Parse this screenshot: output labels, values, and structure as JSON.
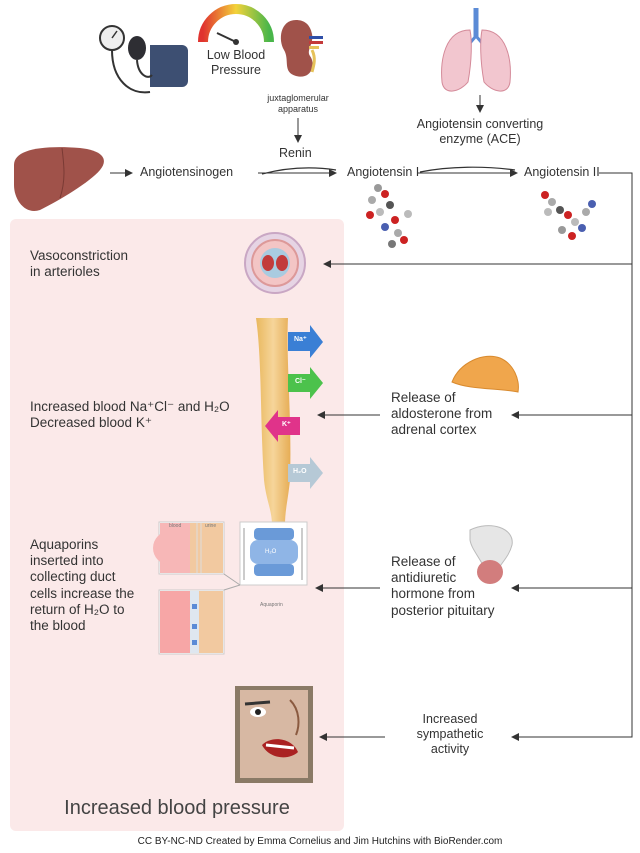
{
  "top": {
    "low_bp": [
      "Low Blood",
      "Pressure"
    ],
    "jga": [
      "juxtaglomerular",
      "apparatus"
    ],
    "renin": "Renin",
    "ace": [
      "Angiotensin converting",
      "enzyme (ACE)"
    ],
    "angiotensinogen": "Angiotensinogen",
    "angiotensin1": "Angiotensin I",
    "angiotensin2": "Angiotensin II"
  },
  "effects": {
    "vasoconstriction": [
      "Vasoconstriction",
      "in arterioles"
    ],
    "electrolytes": [
      "Increased blood Na⁺Cl⁻ and H₂O",
      "Decreased blood K⁺"
    ],
    "aquaporins": [
      "Aquaporins",
      "inserted into",
      "collecting duct",
      "cells increase the",
      "return of H₂O to",
      "the blood"
    ]
  },
  "causes": {
    "aldosterone": [
      "Release of",
      "aldosterone from",
      "adrenal cortex"
    ],
    "adh": [
      "Release of",
      "antidiuretic",
      "hormone from",
      "posterior pituitary"
    ],
    "sympathetic": [
      "Increased",
      "sympathetic",
      "activity"
    ]
  },
  "ions": {
    "na": "Na⁺",
    "cl": "Cl⁻",
    "k": "K⁺",
    "h2o": "H₂O"
  },
  "aquaporin_panel": {
    "blood": "blood",
    "urine": "urine",
    "h2o": "H₂O",
    "aquaporin": "Aquaporin"
  },
  "result": "Increased blood pressure",
  "credit": "CC BY-NC-ND Created by Emma Cornelius and Jim Hutchins with BioRender.com",
  "colors": {
    "panel": "#fbe9e9",
    "arrow": "#333333",
    "organ": "#a0524a",
    "na": "#3a7fd5",
    "cl": "#4cc24c",
    "k": "#e0338a",
    "h2o": "#b6c9d6"
  }
}
